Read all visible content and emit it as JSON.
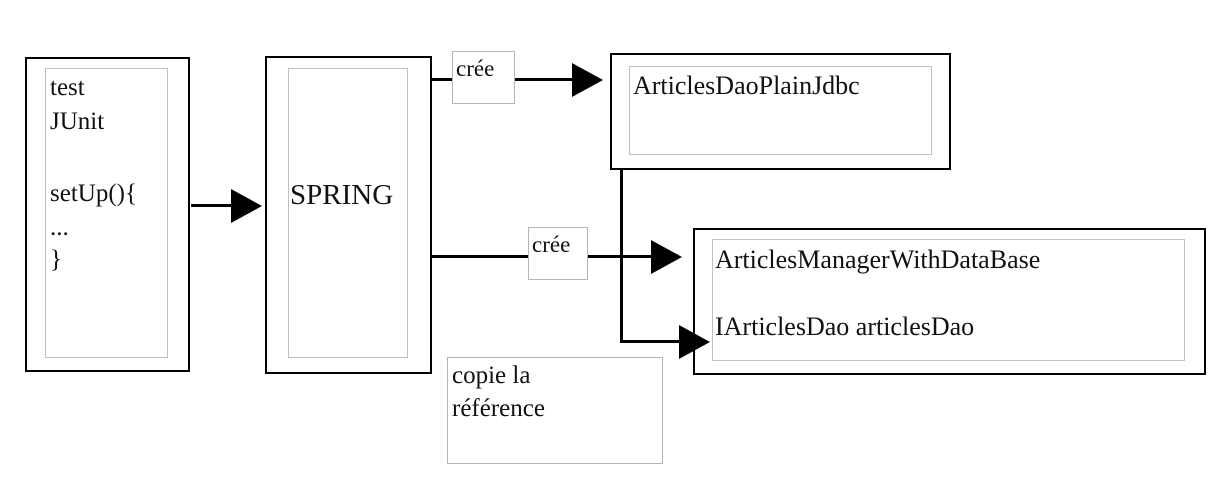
{
  "diagram": {
    "title": "Spring dependency injection diagram",
    "background_color": "#ffffff",
    "line_color": "#000000",
    "inner_border_color": "#c0c0c0",
    "nodes": {
      "test_junit": {
        "lines": [
          "test",
          "JUnit",
          "",
          "setUp(){",
          "...",
          "}"
        ],
        "line1": "test",
        "line2": "JUnit",
        "line3": "setUp(){",
        "line4": "...",
        "line5": "}"
      },
      "spring": {
        "label": "SPRING"
      },
      "articles_dao_plain_jdbc": {
        "label": "ArticlesDaoPlainJdbc"
      },
      "articles_manager": {
        "line1": "ArticlesManagerWithDataBase",
        "line2": "IArticlesDao articlesDao"
      },
      "note": {
        "line1": "copie la",
        "line2": "référence"
      }
    },
    "edge_labels": {
      "cree_top": "crée",
      "cree_middle": "crée"
    }
  }
}
